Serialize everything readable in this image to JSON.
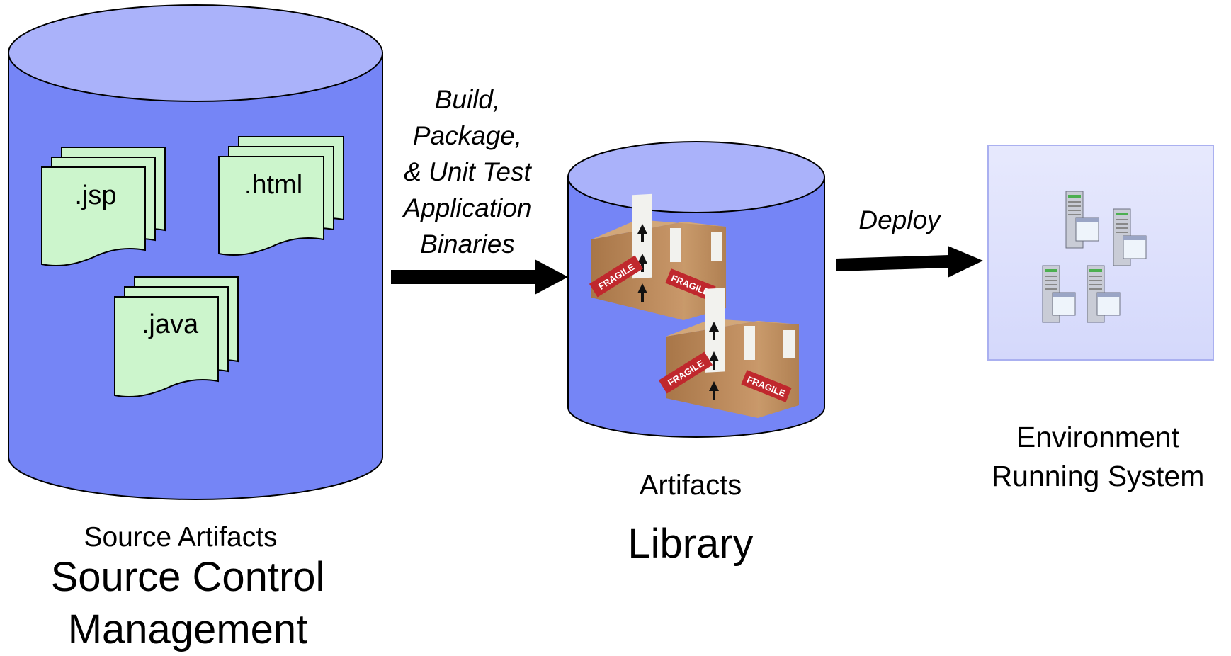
{
  "source_repo": {
    "files": [
      ".jsp",
      ".html",
      ".java"
    ],
    "caption": "Source Artifacts",
    "title_line1": "Source Control",
    "title_line2": "Management"
  },
  "build_step": {
    "lines": [
      "Build,",
      "Package,",
      "& Unit Test",
      "Application",
      "Binaries"
    ]
  },
  "artifacts_repo": {
    "caption": "Artifacts",
    "title": "Library",
    "box_labels": [
      "FRAGILE",
      "FRAGILE",
      "FRAGILE",
      "FRAGILE"
    ]
  },
  "deploy_step": {
    "label": "Deploy"
  },
  "environment": {
    "line1": "Environment",
    "line2": "Running System"
  },
  "colors": {
    "cylinder_body": "#7585f6",
    "cylinder_top": "#aab2fa",
    "file_fill": "#ccf5cc",
    "box_brown": "#b8875a",
    "fragile_red": "#c0282d",
    "env_panel": "#dde0fb"
  }
}
